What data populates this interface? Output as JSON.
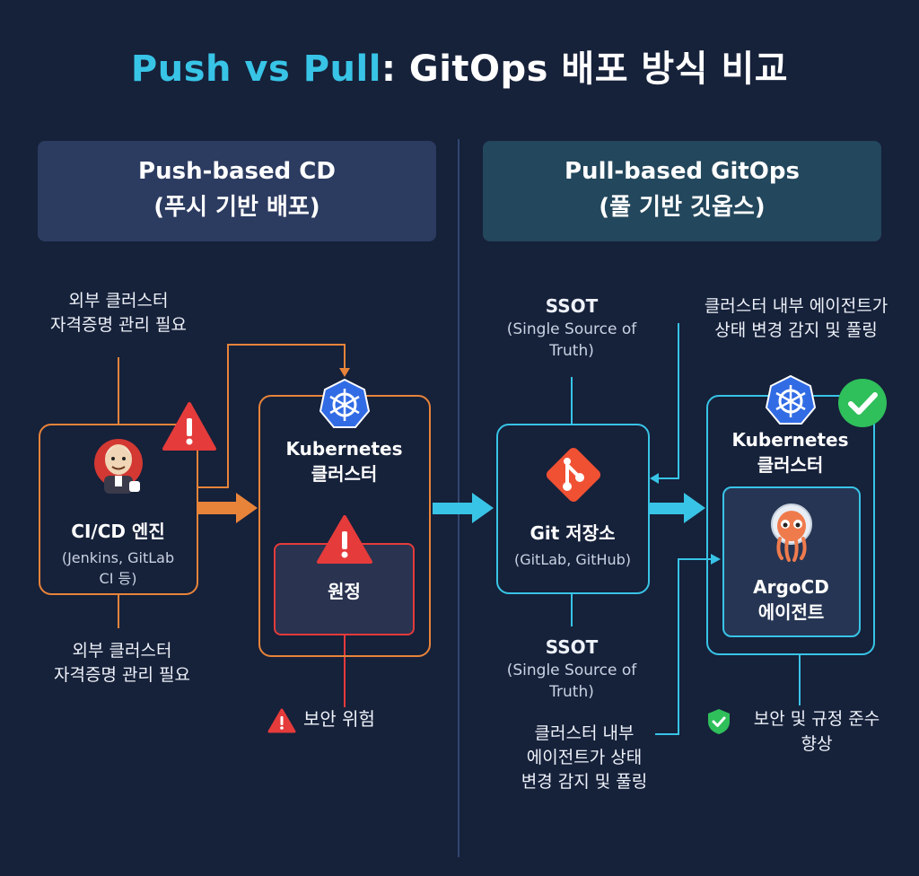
{
  "title": {
    "highlight": "Push vs Pull",
    "rest": ": GitOps 배포 방식 비교"
  },
  "push": {
    "header_line1": "Push-based CD",
    "header_line2": "(푸시 기반 배포)",
    "note_top_line1": "외부 클러스터",
    "note_top_line2": "자격증명 관리 필요",
    "note_bottom_line1": "외부 클러스터",
    "note_bottom_line2": "자격증명 관리 필요",
    "engine_name": "CI/CD 엔진",
    "engine_sub_line1": "(Jenkins, GitLab",
    "engine_sub_line2": "CI 등)",
    "cluster_line1": "Kubernetes",
    "cluster_line2": "클러스터",
    "inner_label": "원정",
    "risk_label": "보안 위험"
  },
  "pull": {
    "header_line1": "Pull-based GitOps",
    "header_line2": "(풀 기반 깃옵스)",
    "ssot_top_title": "SSOT",
    "ssot_top_sub1": "(Single Source of",
    "ssot_top_sub2": "Truth)",
    "agent_note_line1": "클러스터 내부 에이전트가",
    "agent_note_line2": "상태 변경 감지 및 풀링",
    "git_name": "Git 저장소",
    "git_sub": "(GitLab, GitHub)",
    "ssot_bottom_title": "SSOT",
    "ssot_bottom_sub1": "(Single Source of",
    "ssot_bottom_sub2": "Truth)",
    "bottom_note_line1": "클러스터 내부",
    "bottom_note_line2": "에이전트가 상태",
    "bottom_note_line3": "변경 감지 및 풀링",
    "cluster_line1": "Kubernetes",
    "cluster_line2": "클러스터",
    "agent_line1": "ArgoCD",
    "agent_line2": "에이전트",
    "security_line1": "보안 및 규정 준수",
    "security_line2": "향상"
  },
  "colors": {
    "background": "#16213a",
    "push_accent": "#e8843a",
    "pull_accent": "#38c4e6",
    "danger": "#e53b3b",
    "success": "#2fbf5b",
    "k8s_blue": "#326ce5"
  }
}
